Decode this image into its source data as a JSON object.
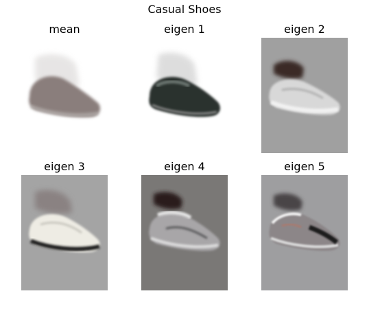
{
  "figure": {
    "title": "Casual Shoes"
  },
  "panels": [
    {
      "label": "mean",
      "bg": "#ffffff",
      "tone": "mean"
    },
    {
      "label": "eigen 1",
      "bg": "#ffffff",
      "tone": "dark"
    },
    {
      "label": "eigen 2",
      "bg": "#a0a0a0",
      "tone": "light"
    },
    {
      "label": "eigen 3",
      "bg": "#a4a4a4",
      "tone": "white"
    },
    {
      "label": "eigen 4",
      "bg": "#7a7876",
      "tone": "grey"
    },
    {
      "label": "eigen 5",
      "bg": "#9e9ea0",
      "tone": "contrast"
    }
  ]
}
